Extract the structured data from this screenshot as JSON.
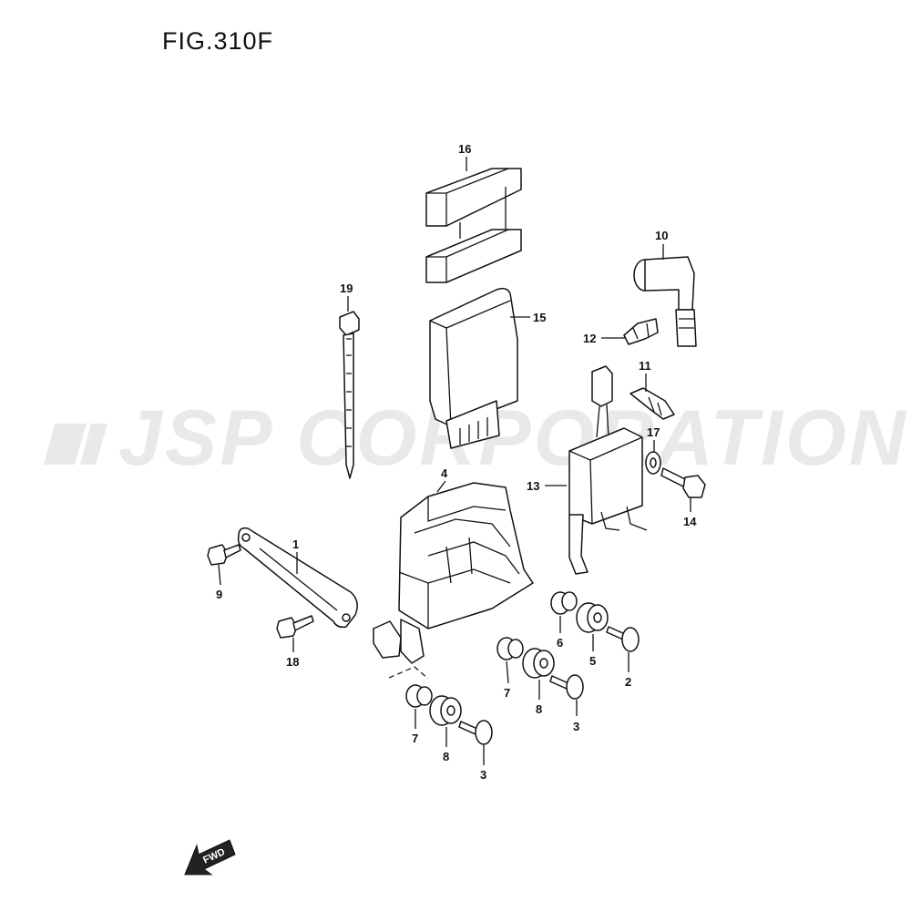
{
  "figure": {
    "title": "FIG.310F"
  },
  "watermark": {
    "text": "JSP CORPORATION"
  },
  "orientation": {
    "arrow_label": "FWD"
  },
  "callouts": {
    "c1": "1",
    "c2": "2",
    "c3a": "3",
    "c3b": "3",
    "c4": "4",
    "c5": "5",
    "c6": "6",
    "c7a": "7",
    "c7b": "7",
    "c8a": "8",
    "c8b": "8",
    "c9": "9",
    "c10": "10",
    "c11": "11",
    "c12": "12",
    "c13": "13",
    "c14": "14",
    "c15": "15",
    "c16": "16",
    "c17": "17",
    "c18": "18",
    "c19": "19"
  }
}
